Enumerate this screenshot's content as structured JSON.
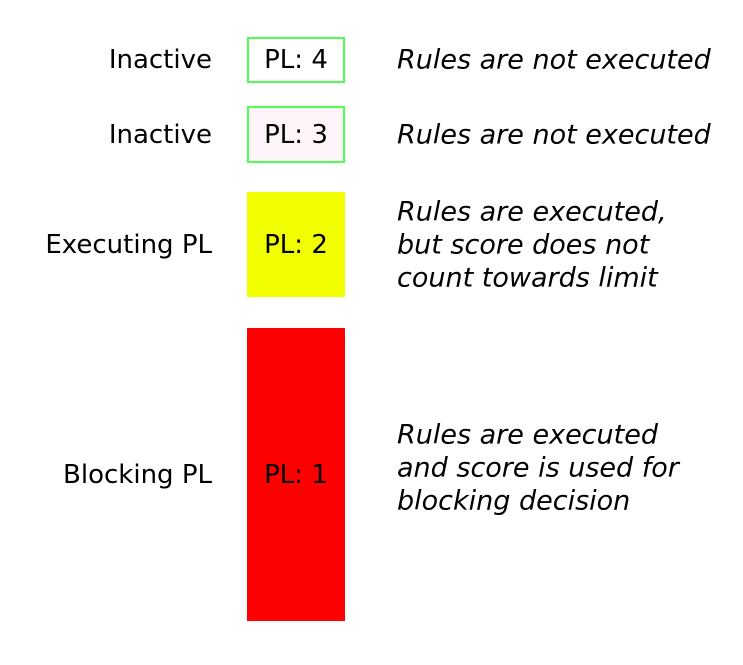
{
  "colors": {
    "background": "#ffffff",
    "green_border": "#4eff4e",
    "pl3_fill": "#fdf4f9",
    "yellow": "#f2ff00",
    "red": "#fd0000",
    "text": "#000000"
  },
  "rows": [
    {
      "label": "Inactive",
      "box_text": "PL: 4",
      "description": "Rules are not executed"
    },
    {
      "label": "Inactive",
      "box_text": "PL: 3",
      "description": "Rules are not executed"
    },
    {
      "label": "Executing PL",
      "box_text": "PL: 2",
      "description": "Rules are executed,\nbut score does not\ncount towards limit"
    },
    {
      "label": "Blocking PL",
      "box_text": "PL: 1",
      "description": "Rules are executed\nand score is used for\nblocking decision"
    }
  ]
}
